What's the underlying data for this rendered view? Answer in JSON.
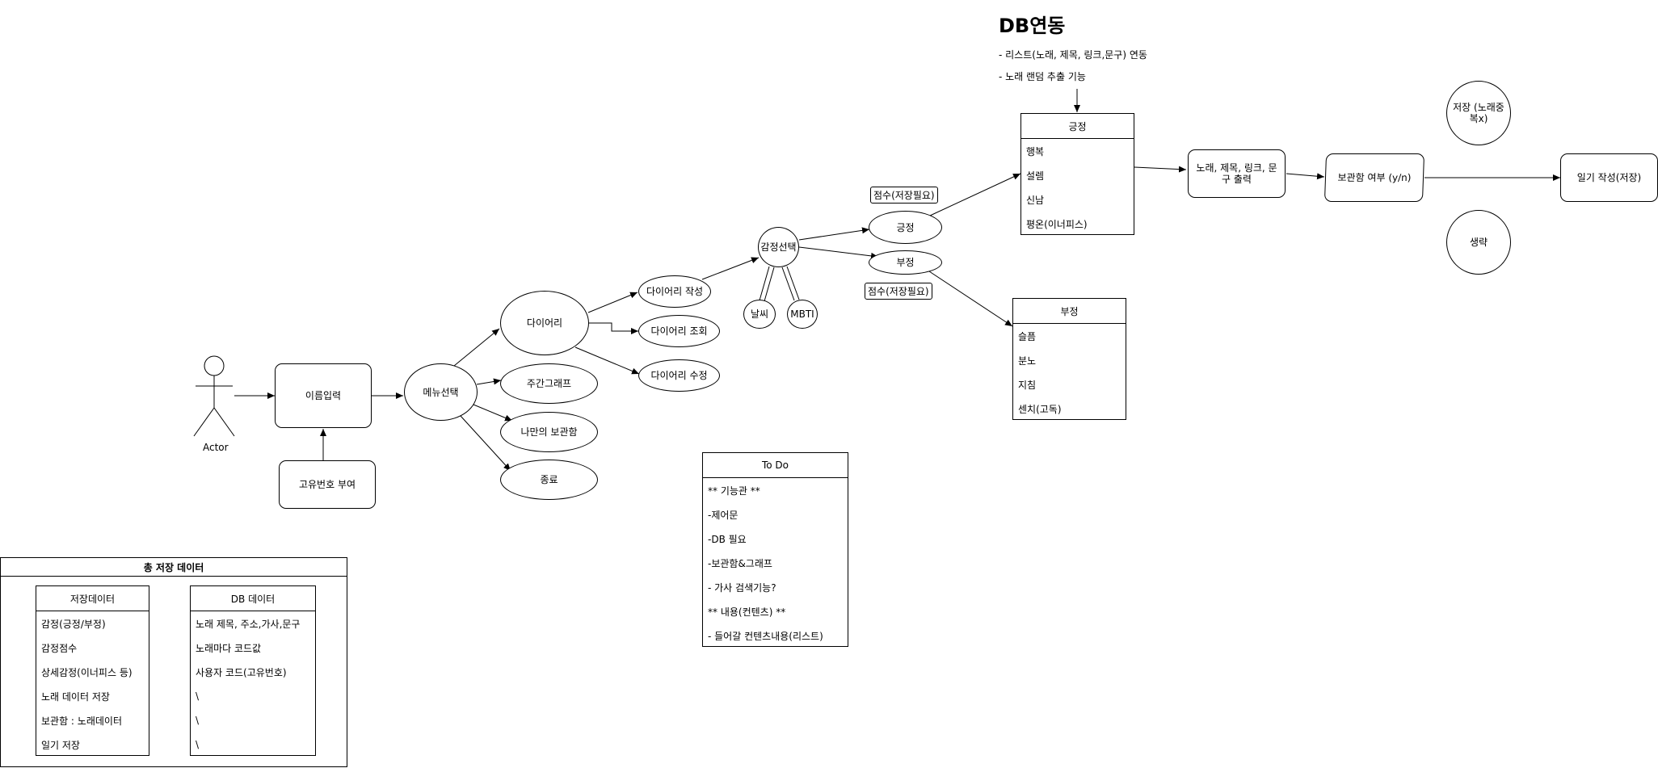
{
  "actor": {
    "label": "Actor"
  },
  "nodes": {
    "name_input": "이름입력",
    "unique_id": "고유번호 부여",
    "menu_select": "메뉴선택",
    "diary": "다이어리",
    "weekly_graph": "주간그래프",
    "my_storage": "나만의 보관함",
    "exit": "종료",
    "diary_write": "다이어리 작성",
    "diary_view": "다이어리 조회",
    "diary_edit": "다이어리 수정",
    "emotion_select": "감정선택",
    "weather": "날씨",
    "mbti": "MBTI",
    "positive": "긍정",
    "negative": "부정",
    "song_output": "노래, 제목, 링크, 문구 출력",
    "storage_yn": "보관함 여부 (y/n)",
    "diary_save": "일기 작성(저장)",
    "save_no_dup": "저장 (노래중복x)",
    "skip": "생략"
  },
  "tags": {
    "score_pos": "점수(저장필요)",
    "score_neg": "점수(저장필요)"
  },
  "db_section": {
    "title": "DB연동",
    "note1": "- 리스트(노래, 제목, 링크,문구) 연동",
    "note2": "- 노래 랜덤 추출 기능"
  },
  "positive_list": {
    "header": "긍정",
    "rows": [
      "행복",
      "설렘",
      "신남",
      "평온(이너피스)"
    ]
  },
  "negative_list": {
    "header": "부정",
    "rows": [
      "슬픔",
      "분노",
      "지침",
      "센치(고독)"
    ]
  },
  "todo": {
    "header": "To Do",
    "rows": [
      "** 기능관 **",
      "-제어문",
      "-DB 필요",
      "-보관함&그래프",
      "- 가사 검색기능?",
      "** 내용(컨텐츠) **",
      "- 들어갈 컨텐츠내용(리스트)"
    ]
  },
  "storage_group": {
    "title": "총 저장 데이터",
    "saved": {
      "header": "저장데이터",
      "rows": [
        "감정(긍정/부정)",
        "감정점수",
        "상세감정(이너피스 등)",
        "노래 데이터 저장",
        "보관함 : 노래데이터",
        "일기 저장"
      ]
    },
    "db": {
      "header": "DB 데이터",
      "rows": [
        "노래 제목, 주소,가사,문구",
        "노래마다 코드값",
        "사용자 코드(고유번호)",
        "\\",
        "\\",
        "\\"
      ]
    }
  }
}
